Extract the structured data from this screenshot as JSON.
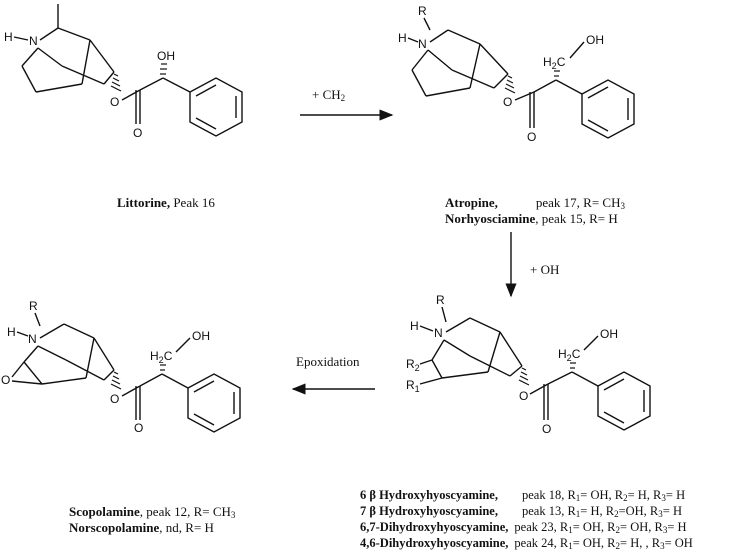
{
  "reagents": {
    "ch2_prefix": "+ CH",
    "ch2_sub": "2",
    "oh": "+ OH",
    "epoxidation": "Epoxidation"
  },
  "compounds": {
    "littorine": {
      "name": "Littorine,",
      "detail": " Peak 16"
    },
    "atropine": {
      "name": "Atropine,",
      "detail": "peak 17, R= CH",
      "sub": "3"
    },
    "norhyoscyamine": {
      "name": "Norhyosciamine",
      "detail": ", peak 15, R= H"
    },
    "scopolamine": {
      "name": "Scopolamine",
      "detail": ",  peak 12, R= CH",
      "sub": "3"
    },
    "norscopolamine": {
      "name": "Norscopolamine",
      "detail": ", nd,      R= H"
    },
    "hyd6b": {
      "name": "6 β Hydroxyhyoscyamine,",
      "detail": "peak 18, R",
      "r1": "= OH, R",
      "r2": "= H, R",
      "r3": "= H"
    },
    "hyd7b": {
      "name": "7 β Hydroxyhyoscyamine,",
      "detail": "peak 13, R",
      "r1": "= H, R",
      "r2": "=OH, R",
      "r3": "= H"
    },
    "dihyd67": {
      "name": "6,7-Dihydroxyhyoscyamine,",
      "detail": "peak 23, R",
      "r1": "= OH, R",
      "r2": "= OH, R",
      "r3": "= H"
    },
    "dihyd46": {
      "name": "4,6-Dihydroxyhyoscyamine,",
      "detail": "peak 24, R",
      "r1": "= OH, R",
      "r2": "= H, , R",
      "r3": "= OH"
    }
  },
  "atoms": {
    "H": "H",
    "N": "N",
    "O": "O",
    "OH": "OH",
    "R": "R",
    "H2C": "H",
    "two": "2",
    "C": "C",
    "R1": "R",
    "R2": "R",
    "one": "1"
  }
}
